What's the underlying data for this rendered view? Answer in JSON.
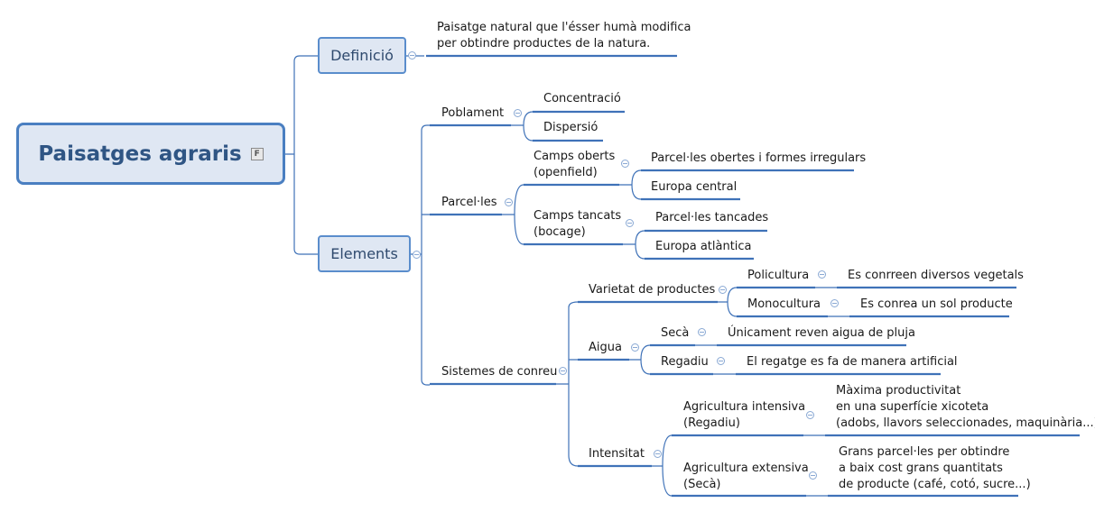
{
  "root": {
    "title": "Paisatges agraris",
    "note_icon": "F"
  },
  "branches": {
    "definicio": "Definició",
    "elements": "Elements"
  },
  "topics": {
    "definicio_text": "Paisatge natural que l'ésser humà modifica\nper obtindre productes de la natura.",
    "poblament": "Poblament",
    "concentracio": "Concentració",
    "dispersio": "Dispersió",
    "parceles": "Parcel·les",
    "camps_oberts": "Camps oberts\n(openfield)",
    "parceles_obertes": "Parcel·les obertes i formes irregulars",
    "europa_central": "Europa central",
    "camps_tancats": "Camps tancats\n(bocage)",
    "parceles_tancades": "Parcel·les tancades",
    "europa_atlantica": "Europa atlàntica",
    "sistemes": "Sistemes de conreu",
    "varietat": "Varietat de productes",
    "policultura": "Policultura",
    "policultura_desc": "Es conrreen diversos vegetals",
    "monocultura": "Monocultura",
    "monocultura_desc": "Es conrea un sol producte",
    "aigua": "Aigua",
    "seca": "Secà",
    "seca_desc": "Únicament reven aigua de pluja",
    "regadiu": "Regadiu",
    "regadiu_desc": "El regatge es fa de manera artificial",
    "intensitat": "Intensitat",
    "intensiva": "Agricultura intensiva\n(Regadiu)",
    "intensiva_desc": "Màxima productivitat\nen una superfície xicoteta\n(adobs, llavors seleccionades, maquinària...)",
    "extensiva": "Agricultura extensiva\n(Secà)",
    "extensiva_desc": "Grans parcel·les per obtindre\na baix cost grans quantitats\nde producte (café, cotó, sucre...)"
  },
  "colors": {
    "line": "#3f72b8",
    "branch_fill": "#dfe7f3",
    "root_border": "#4a7fc1"
  }
}
